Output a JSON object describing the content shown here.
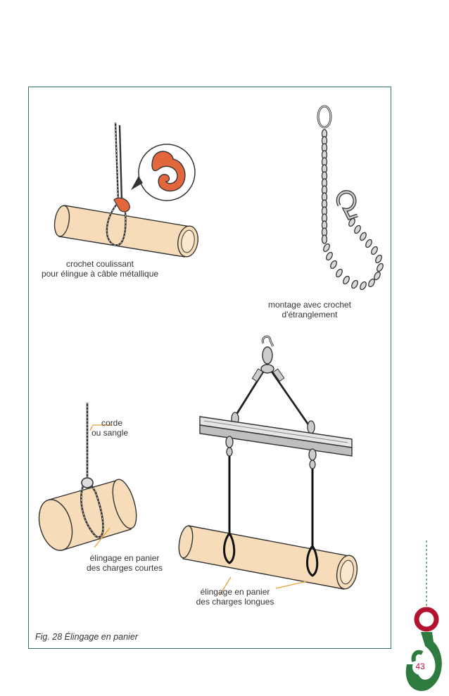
{
  "figure": {
    "caption": "Fig. 28 Élingage en panier"
  },
  "labels": {
    "sliding_hook_line1": "crochet coulissant",
    "sliding_hook_line2": "pour élingue à câble métallique",
    "choke_hook_line1": "montage avec crochet",
    "choke_hook_line2": "d'étranglement",
    "rope_line1": "corde",
    "rope_line2": "ou sangle",
    "short_loads_line1": "élingage en panier",
    "short_loads_line2": "des charges courtes",
    "long_loads_line1": "élingage en panier",
    "long_loads_line2": "des charges longues"
  },
  "page": {
    "number": "43"
  },
  "colors": {
    "frame": "#2f7a55",
    "pipe": "#f6dcb8",
    "hook_orange": "#e2673c",
    "leader": "#e8a23a",
    "page_hook_red": "#b3132f",
    "page_hook_green": "#2f7a3f"
  }
}
